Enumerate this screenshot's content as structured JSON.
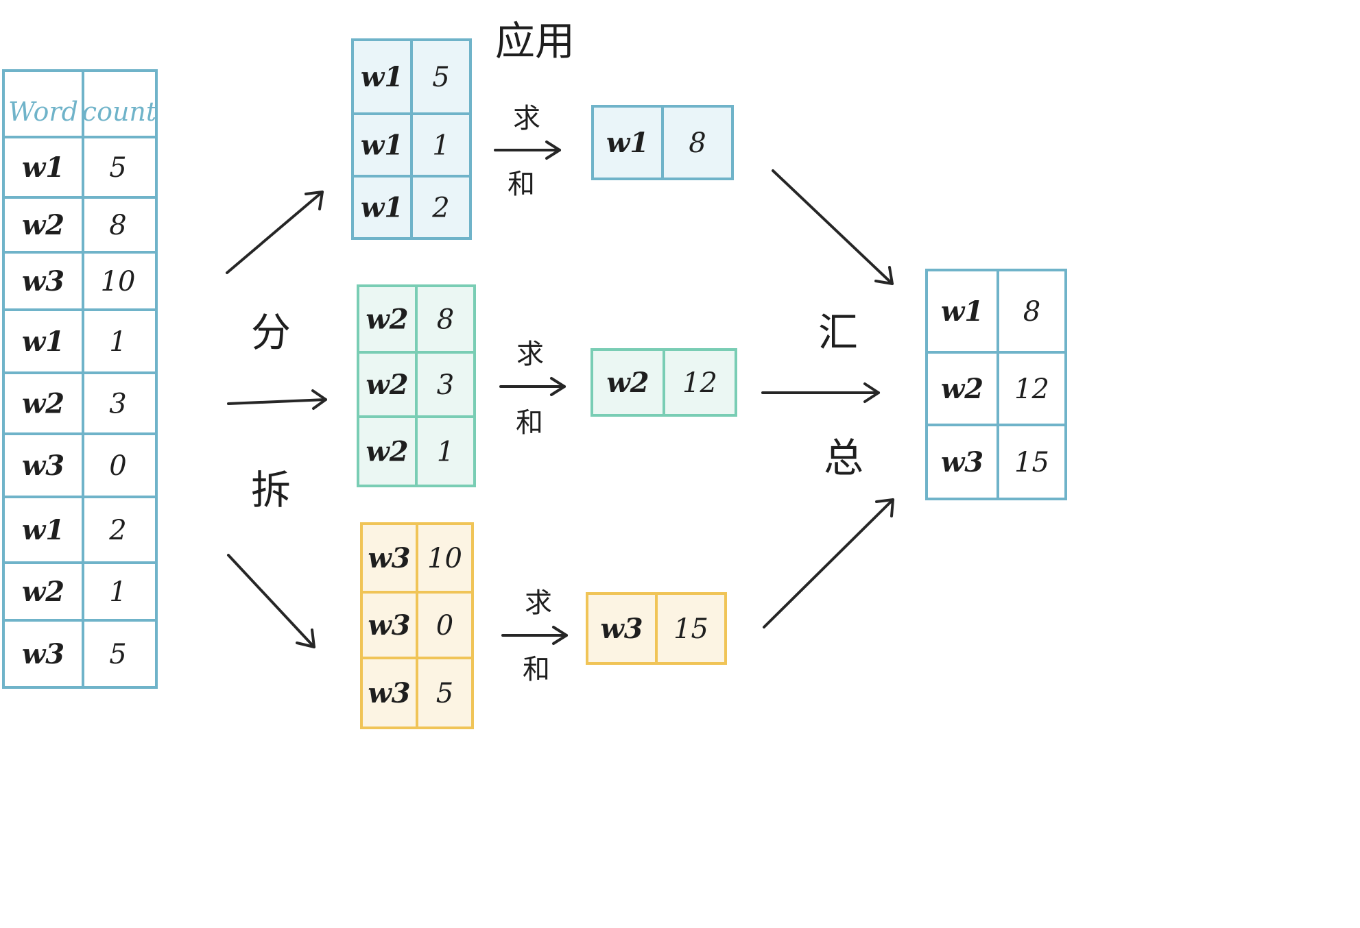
{
  "colors": {
    "blue": "#6fb3c9",
    "blue_fill": "#eaf5f9",
    "green": "#79cdb4",
    "green_fill": "#ebf7f3",
    "orange": "#f0c457",
    "orange_fill": "#fcf4e3",
    "ink": "#262626",
    "header_text": "#6fb3c9"
  },
  "source_table": {
    "headers": [
      "Word",
      "count"
    ],
    "rows": [
      [
        "w1",
        "5"
      ],
      [
        "w2",
        "8"
      ],
      [
        "w3",
        "10"
      ],
      [
        "w1",
        "1"
      ],
      [
        "w2",
        "3"
      ],
      [
        "w3",
        "0"
      ],
      [
        "w1",
        "2"
      ],
      [
        "w2",
        "1"
      ],
      [
        "w3",
        "5"
      ]
    ]
  },
  "split_label": [
    "分",
    "拆"
  ],
  "apply_label": "应用",
  "sum_label": [
    "求",
    "和"
  ],
  "combine_label": [
    "汇",
    "总"
  ],
  "groups": [
    {
      "color": "blue",
      "rows": [
        [
          "w1",
          "5"
        ],
        [
          "w1",
          "1"
        ],
        [
          "w1",
          "2"
        ]
      ],
      "sum": [
        "w1",
        "8"
      ]
    },
    {
      "color": "green",
      "rows": [
        [
          "w2",
          "8"
        ],
        [
          "w2",
          "3"
        ],
        [
          "w2",
          "1"
        ]
      ],
      "sum": [
        "w2",
        "12"
      ]
    },
    {
      "color": "orange",
      "rows": [
        [
          "w3",
          "10"
        ],
        [
          "w3",
          "0"
        ],
        [
          "w3",
          "5"
        ]
      ],
      "sum": [
        "w3",
        "15"
      ]
    }
  ],
  "result_table": {
    "rows": [
      [
        "w1",
        "8"
      ],
      [
        "w2",
        "12"
      ],
      [
        "w3",
        "15"
      ]
    ]
  }
}
